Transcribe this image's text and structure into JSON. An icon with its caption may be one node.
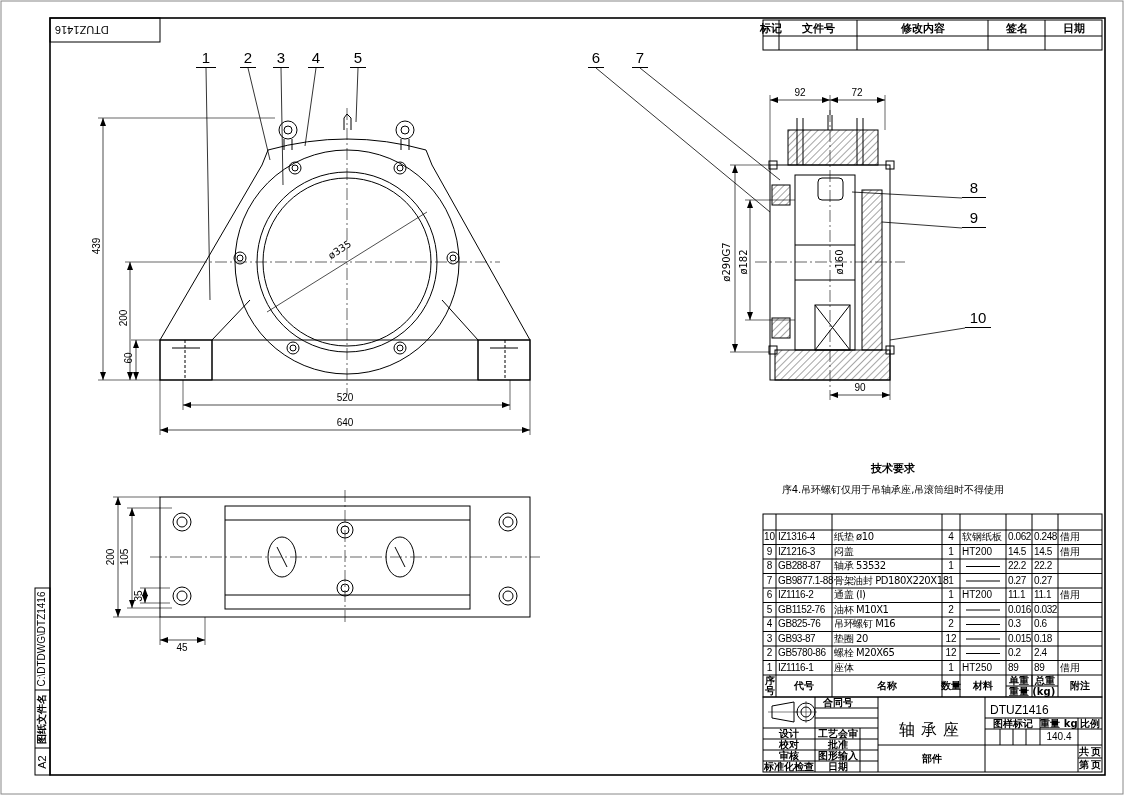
{
  "diagram": {
    "nodes": [
      {
        "text": [
          "1"
        ]
      },
      {
        "text": [
          "2"
        ]
      },
      {
        "text": [
          "3"
        ]
      },
      {
        "text": [
          "4"
        ]
      },
      {
        "text": [
          "5"
        ]
      },
      {
        "text": [
          "6"
        ]
      },
      {
        "text": [
          "7"
        ]
      },
      {
        "text": [
          "8"
        ]
      },
      {
        "text": [
          "9"
        ]
      },
      {
        "text": [
          "10"
        ]
      }
    ],
    "edges": [
      {
        "from": 0,
        "to": null,
        "arrow": "none"
      },
      {
        "from": 1,
        "to": null,
        "arrow": "none"
      },
      {
        "from": 2,
        "to": null,
        "arrow": "none"
      },
      {
        "from": 3,
        "to": null,
        "arrow": "none"
      },
      {
        "from": 4,
        "to": null,
        "arrow": "none"
      },
      {
        "from": 5,
        "to": null,
        "arrow": "none"
      },
      {
        "from": 6,
        "to": null,
        "arrow": "none"
      },
      {
        "from": 7,
        "to": null,
        "arrow": "none"
      },
      {
        "from": 8,
        "to": null,
        "arrow": "none"
      },
      {
        "from": 9,
        "to": null,
        "arrow": "none"
      }
    ],
    "labels": [
      "DTUZ1416",
      "标记",
      "文件号",
      "修改内容",
      "签名",
      "日期",
      "439",
      "200",
      "60",
      "ø335",
      "520",
      "640",
      "92",
      "72",
      "ø290G7",
      "ø182",
      "ø160",
      "90",
      "技术要求",
      "序4.吊环螺钉仅用于吊轴承座,吊滚筒组时不得使用",
      "200",
      "105",
      "35",
      "45",
      "10",
      "IZ1316-4",
      "纸垫 ø10",
      "4",
      "软钢纸板",
      "0.062",
      "0.248",
      "借用",
      "9",
      "IZ1216-3",
      "闷盖",
      "1",
      "HT200",
      "14.5",
      "14.5",
      "借用",
      "8",
      "GB288-87",
      "轴承 53532",
      "1",
      "22.2",
      "22.2",
      "7",
      "GB9877.1-88",
      "骨架油封 PD180X220X18",
      "1",
      "0.27",
      "0.27",
      "6",
      "IZ1116-2",
      "通盖 (I)",
      "1",
      "HT200",
      "11.1",
      "11.1",
      "借用",
      "5",
      "GB1152-76",
      "油杯 M10X1",
      "2",
      "0.016",
      "0.032",
      "4",
      "GB825-76",
      "吊环螺钉 M16",
      "2",
      "0.3",
      "0.6",
      "3",
      "GB93-87",
      "垫圈 20",
      "12",
      "0.015",
      "0.18",
      "2",
      "GB5780-86",
      "螺栓 M20X65",
      "12",
      "0.2",
      "2.4",
      "1",
      "IZ1116-1",
      "座体",
      "1",
      "HT250",
      "89",
      "89",
      "借用",
      "序号",
      "代号",
      "名称",
      "数量",
      "材料",
      "单重",
      "总重",
      "重量 (kg)",
      "附注",
      "合同号",
      "设计",
      "校对",
      "审核",
      "标准化检查",
      "工艺会审",
      "批准",
      "图形输入",
      "日期",
      "轴承座",
      "部件",
      "DTUZ1416",
      "图样标记",
      "重量 kg",
      "比例",
      "140.4",
      "共",
      "页",
      "第",
      "页",
      "A2",
      "图纸文件名",
      "C:\\DTDWG\\DTZ1416"
    ]
  }
}
